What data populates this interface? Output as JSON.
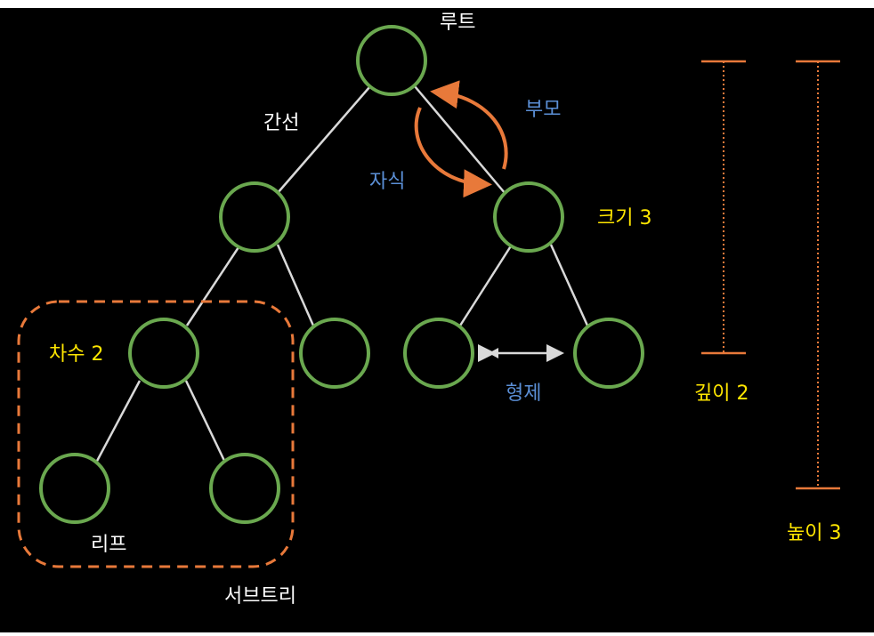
{
  "colors": {
    "background": "#000000",
    "node_stroke": "#6aa84f",
    "edge": "#d9d9d9",
    "accent_orange": "#e8793a",
    "text_white": "#ffffff",
    "text_blue": "#5b8fd6",
    "text_yellow": "#ffe600"
  },
  "labels": {
    "root": "루트",
    "edge": "간선",
    "parent": "부모",
    "child": "자식",
    "size": "크기 3",
    "degree": "차수 2",
    "sibling": "형제",
    "depth": "깊이 2",
    "height": "높이 3",
    "leaf": "리프",
    "subtree": "서브트리"
  }
}
